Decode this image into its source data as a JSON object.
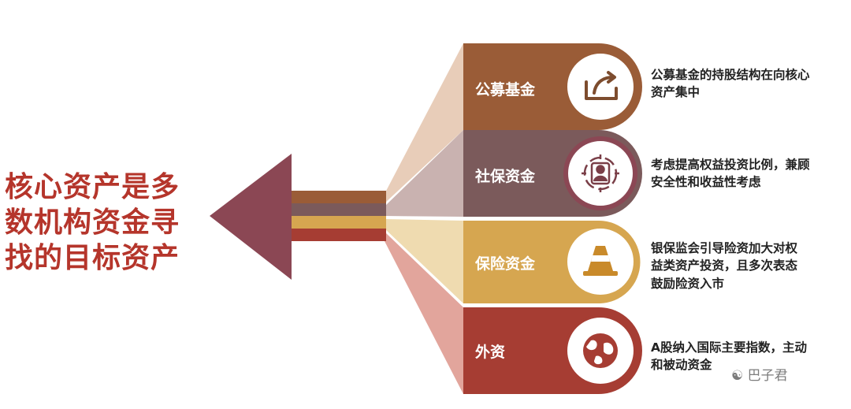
{
  "title": [
    "核心资产是多",
    "数机构资金寻",
    "找的目标资产"
  ],
  "colors": {
    "title": "#b5352b",
    "arrow": "#8b4754",
    "fund": "#9a5c37",
    "pension": "#7b5a5b",
    "insurance": "#d6a650",
    "foreign": "#a63d33"
  },
  "rows": [
    {
      "label": "公募基金",
      "icon": "share-export-icon",
      "desc_lines": [
        "公募基金的持股结构在向核心",
        "资产集中"
      ]
    },
    {
      "label": "社保资金",
      "icon": "user-target-icon",
      "desc_lines": [
        "考虑提高权益投资比例，兼顾",
        "安全性和收益性考虑"
      ]
    },
    {
      "label": "保险资金",
      "icon": "traffic-cone-icon",
      "desc_lines": [
        "银保监会引导险资加大对权",
        "益类资产投资，且多次表态",
        "鼓励险资入市"
      ]
    },
    {
      "label": "外资",
      "icon": "globe-icon",
      "desc_lines": [
        "A股纳入国际主要指数，主动",
        "和被动资金"
      ]
    }
  ],
  "watermark": "巴子君"
}
